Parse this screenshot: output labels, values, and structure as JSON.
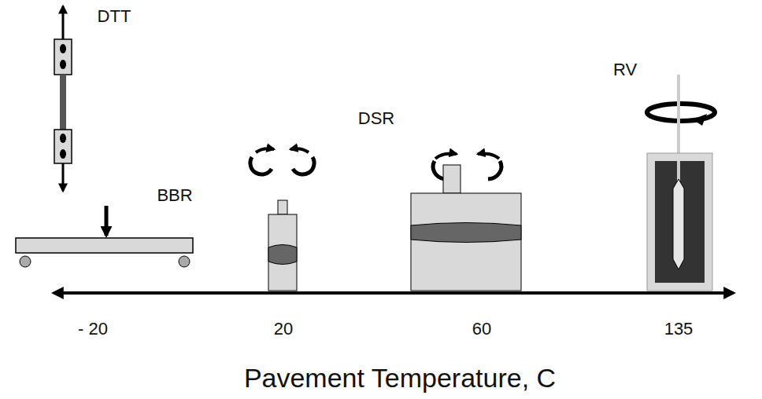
{
  "diagram": {
    "labels": [
      "DTT",
      "BBR",
      "DSR",
      "RV",
      "- 20",
      "20",
      "60",
      "135",
      "Pavement Temperature, C"
    ]
  }
}
